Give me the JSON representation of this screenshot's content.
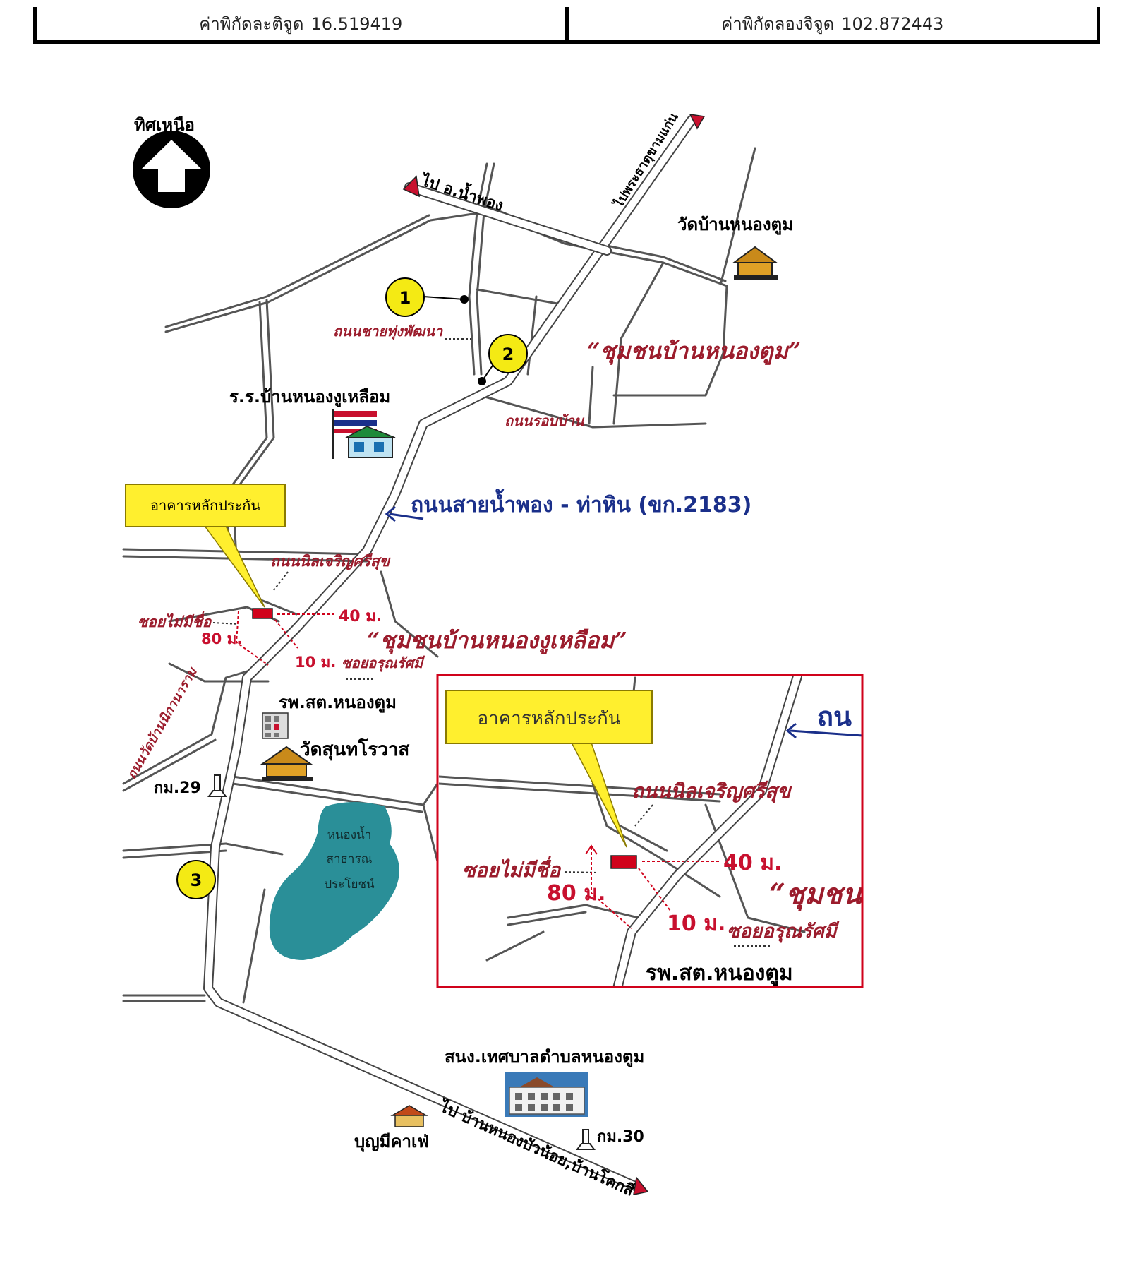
{
  "coords": {
    "lat_label": "ค่าพิกัดละติจูด",
    "lat_value": "16.519419",
    "lon_label": "ค่าพิกัดลองจิจูด",
    "lon_value": "102.872443"
  },
  "map": {
    "north_label": "ทิศเหนือ",
    "to_nam_phong": "ไป อ.น้ำพอง",
    "to_phra_that": "ไปพระธาตุขามแก่น",
    "wat_nong_tum": "วัดบ้านหนองตูม",
    "community_nong_tum": "“ชุมชนบ้านหนองตูม”",
    "road_chai_thung": "ถนนชายทุ่งพัฒนา",
    "road_rob_ban": "ถนนรอบบ้าน",
    "school": "ร.ร.บ้านหนองงูเหลือม",
    "main_road": "ถนนสายน้ำพอง - ท่าหิน (ขก.2183)",
    "property_callout": "อาคารหลักประกัน",
    "road_nin": "ถนนนิลเจริญศรีสุข",
    "soi_no_name": "ซอยไม่มีชื่อ",
    "dist_40": "40 ม.",
    "dist_80": "80 ม.",
    "dist_10": "10 ม.",
    "community_nong_ngu": "“ชุมชนบ้านหนองงูเหลือม”",
    "soi_arun": "ซอยอรุณรัศมี",
    "road_wat_ban": "ถนนวัดบ้านนิกานาราม",
    "hospital": "รพ.สต.หนองตูม",
    "wat_sun": "วัดสุนทโรวาส",
    "km29": "กม.29",
    "pond": [
      "หนองน้ำ",
      "สาธารณ",
      "ประโยชน์"
    ],
    "marker_1": "1",
    "marker_2": "2",
    "marker_3": "3",
    "municipality": "สนง.เทศบาลตำบลหนองตูม",
    "cafe": "บุญมีคาเฟ่",
    "to_ban_nong_bua": "ไป บ้านหนองบัวน้อย,บ้านโคกสี",
    "km30": "กม.30"
  },
  "inset": {
    "property_callout": "อาคารหลักประกัน",
    "road_nin": "ถนนนิลเจริญศรีสุข",
    "soi_no_name": "ซอยไม่มีชื่อ",
    "dist_40": "40 ม.",
    "dist_80": "80 ม.",
    "dist_10": "10 ม.",
    "soi_arun": "ซอยอรุณรัศมี",
    "hospital": "รพ.สต.หนองตูม",
    "road_fragment": "ถน",
    "community_fragment": "“ชุมชนบ"
  },
  "colors": {
    "callout_yellow": "#ffef2e",
    "property_red": "#d0021b",
    "pond_teal": "#2a8f98",
    "marker_yellow": "#f4ea14",
    "inset_border": "#d0021b"
  }
}
